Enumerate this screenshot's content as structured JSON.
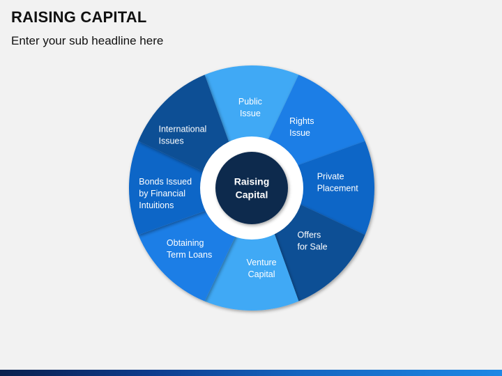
{
  "title": "RAISING CAPITAL",
  "subtitle": "Enter your sub headline here",
  "diagram": {
    "center": {
      "lines": [
        "Raising",
        "Capital"
      ],
      "fill": "#0d2b4e",
      "ring": "#ffffff"
    },
    "segments": [
      {
        "lines": [
          "Public",
          "Issue"
        ],
        "color": "#3fa9f5"
      },
      {
        "lines": [
          "Rights",
          "Issue"
        ],
        "color": "#1a7ee6"
      },
      {
        "lines": [
          "Private",
          "Placement"
        ],
        "color": "#0c66c7"
      },
      {
        "lines": [
          "Offers",
          "for Sale"
        ],
        "color": "#0b4f95"
      },
      {
        "lines": [
          "Venture",
          "Capital"
        ],
        "color": "#3fa9f5"
      },
      {
        "lines": [
          "Obtaining",
          "Term Loans"
        ],
        "color": "#1a7ee6"
      },
      {
        "lines": [
          "Bonds Issued",
          "by Financial",
          "Intuitions"
        ],
        "color": "#0c66c7"
      },
      {
        "lines": [
          "International",
          "Issues"
        ],
        "color": "#0b4f95"
      }
    ]
  }
}
